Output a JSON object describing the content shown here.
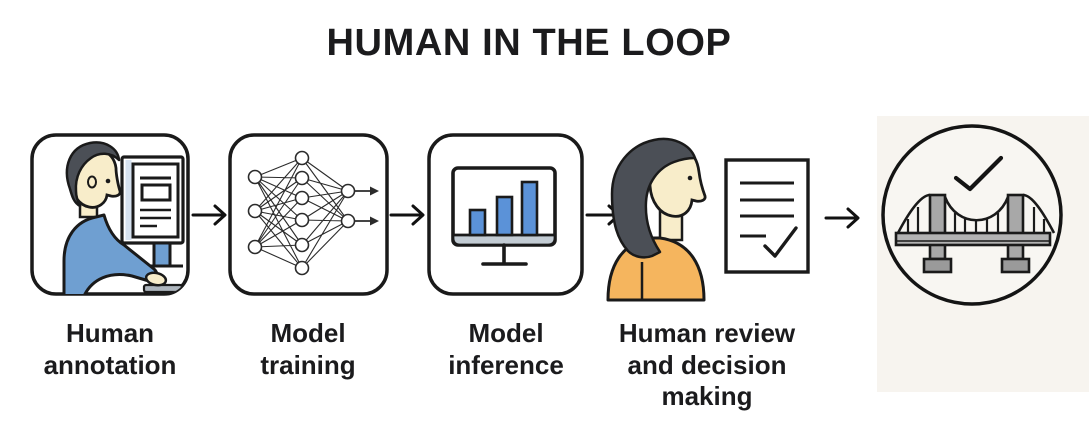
{
  "title": "HUMAN IN THE LOOP",
  "stages": [
    {
      "id": "human-annotation",
      "icon": "person-at-computer-icon",
      "label_lines": [
        "Human",
        "annotation"
      ]
    },
    {
      "id": "model-training",
      "icon": "neural-network-icon",
      "label_lines": [
        "Model",
        "training"
      ],
      "neural_network_layers": [
        3,
        6,
        2
      ]
    },
    {
      "id": "model-inference",
      "icon": "bar-chart-monitor-icon",
      "label_lines": [
        "Model",
        "inference"
      ],
      "bar_count": 3,
      "bar_trend": "ascending"
    },
    {
      "id": "human-review",
      "icon": "person-reviewing-document-icon",
      "label_lines": [
        "Human review",
        "and decision",
        "making"
      ]
    },
    {
      "id": "approved-outcome",
      "icon": "bridge-with-checkmark-icon",
      "label_lines": []
    }
  ],
  "arrows": {
    "count": 4,
    "direction": "right-pointing"
  },
  "colors": {
    "background": "#ffffff",
    "text": "#1b1b1d",
    "outline": "#1a1a1a",
    "sweater_blue": "#6f9fd1",
    "skin": "#f8edca",
    "hair": "#4b4f56",
    "shirt_orange": "#f5b55e",
    "bar_blue": "#5b92d8",
    "monitor_base_gray": "#c3ccd4",
    "monitor_strip_blue": "#d6e2f0",
    "bridge_gray": "#a8a8a8",
    "panel_beige": "#f7f4ef"
  }
}
